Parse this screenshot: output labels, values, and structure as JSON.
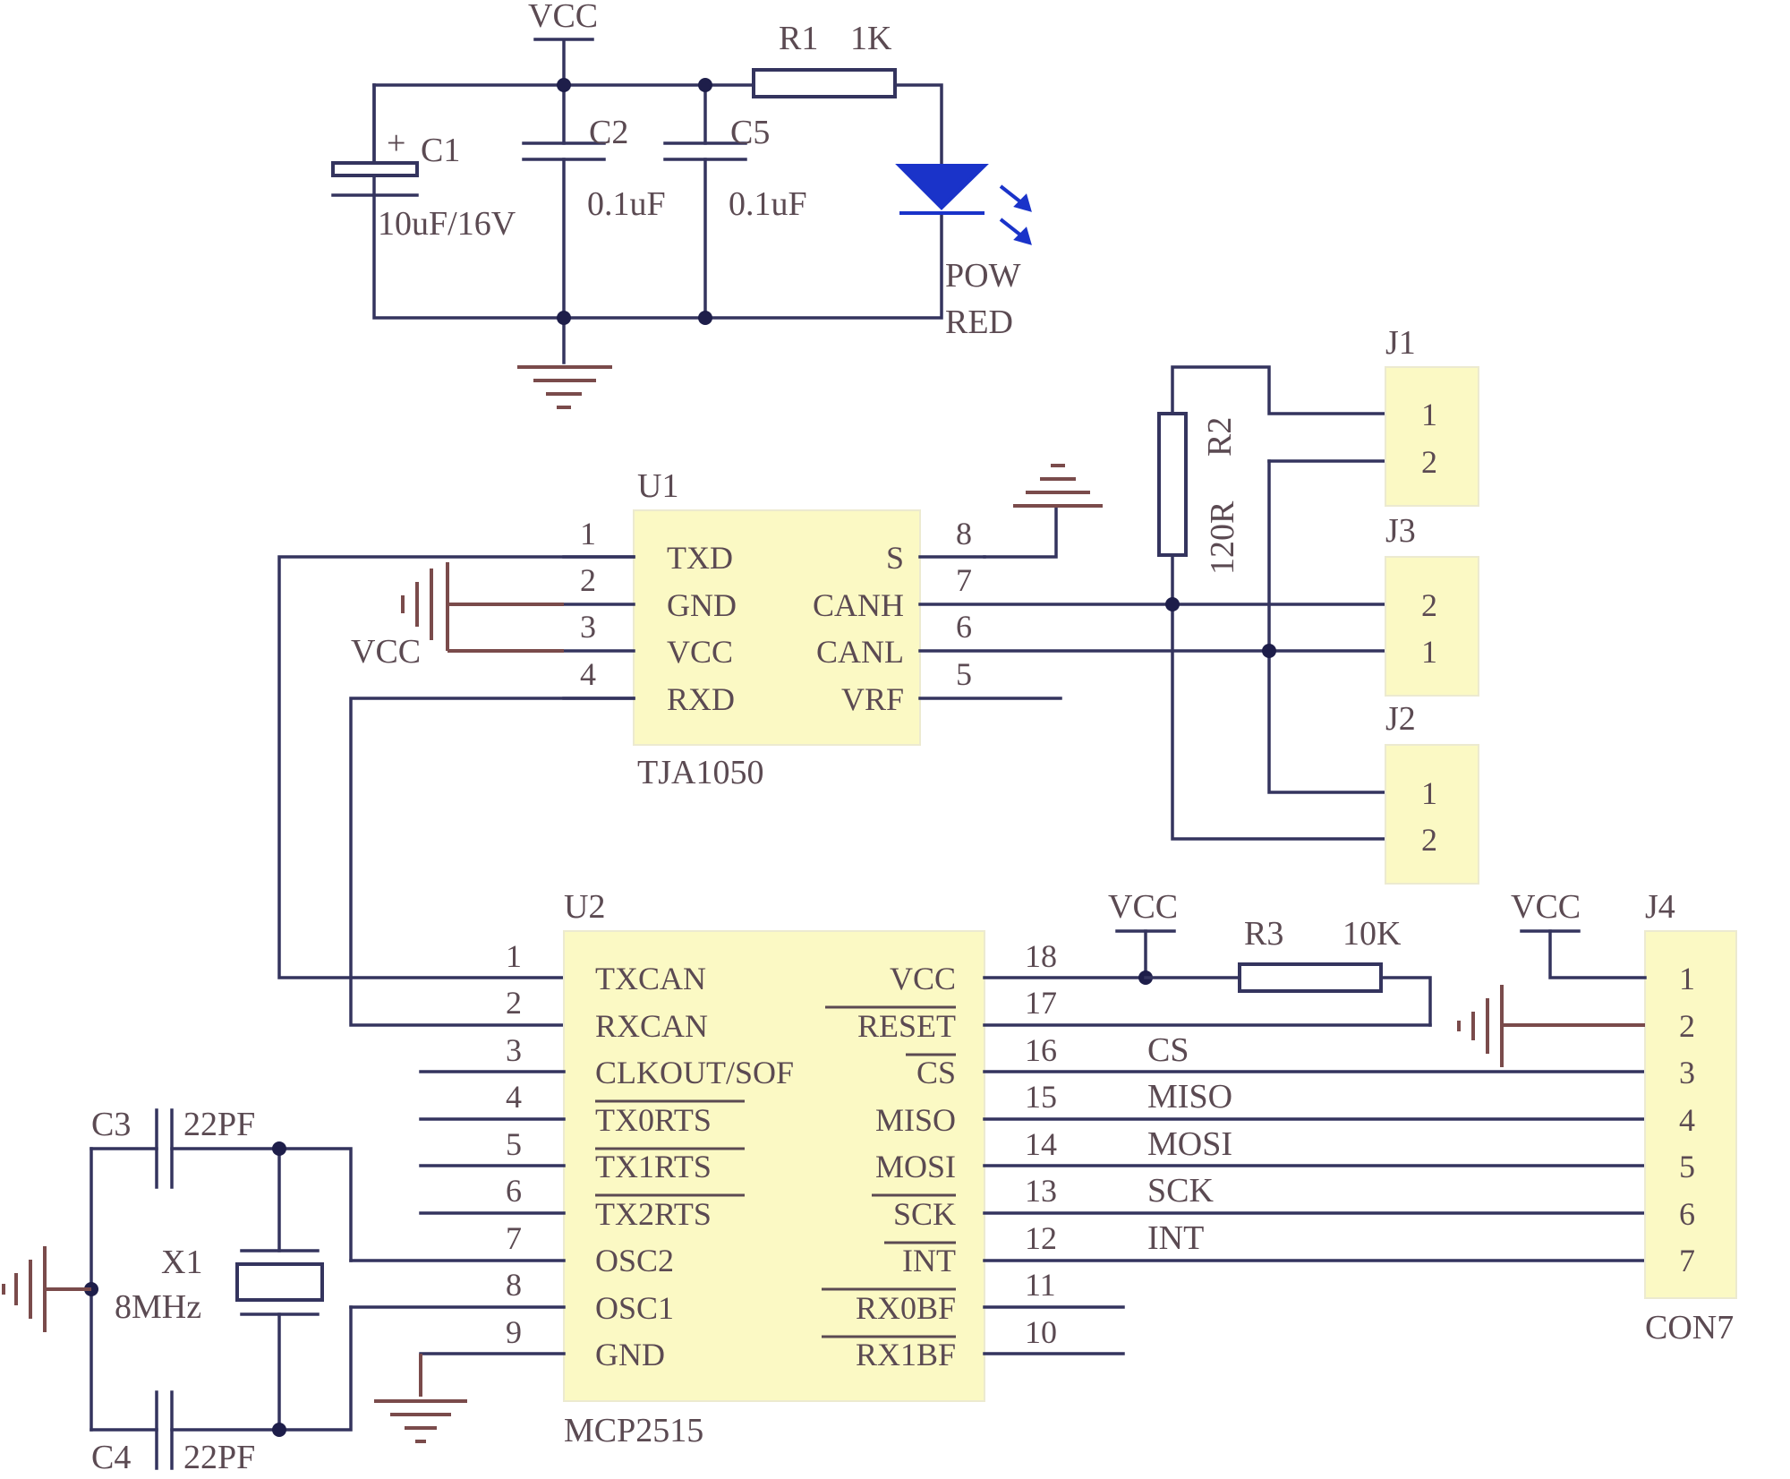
{
  "power_section": {
    "vcc_label": "VCC",
    "c1": {
      "name": "C1",
      "value": "10uF/16V",
      "polarity": "+"
    },
    "c2": {
      "name": "C2",
      "value": "0.1uF"
    },
    "c5": {
      "name": "C5",
      "value": "0.1uF"
    },
    "r1": {
      "name": "R1",
      "value": "1K"
    },
    "led": {
      "line1": "POW",
      "line2": "RED",
      "color": "#1a33c9"
    }
  },
  "u1": {
    "ref": "U1",
    "part": "TJA1050",
    "left_pins": [
      {
        "num": "1",
        "name": "TXD"
      },
      {
        "num": "2",
        "name": "GND"
      },
      {
        "num": "3",
        "name": "VCC"
      },
      {
        "num": "4",
        "name": "RXD"
      }
    ],
    "right_pins": [
      {
        "num": "8",
        "name": "S"
      },
      {
        "num": "7",
        "name": "CANH"
      },
      {
        "num": "6",
        "name": "CANL"
      },
      {
        "num": "5",
        "name": "VRF"
      }
    ],
    "vcc_label": "VCC"
  },
  "r2": {
    "name": "R2",
    "value": "120R"
  },
  "j1": {
    "name": "J1",
    "pins": [
      "1",
      "2"
    ]
  },
  "j3": {
    "name": "J3",
    "pins": [
      "2",
      "1"
    ]
  },
  "j2": {
    "name": "J2",
    "pins": [
      "1",
      "2"
    ]
  },
  "u2": {
    "ref": "U2",
    "part": "MCP2515",
    "left_pins": [
      {
        "num": "1",
        "name": "TXCAN"
      },
      {
        "num": "2",
        "name": "RXCAN"
      },
      {
        "num": "3",
        "name": "CLKOUT/SOF"
      },
      {
        "num": "4",
        "name": "TX0RTS"
      },
      {
        "num": "5",
        "name": "TX1RTS"
      },
      {
        "num": "6",
        "name": "TX2RTS"
      },
      {
        "num": "7",
        "name": "OSC2"
      },
      {
        "num": "8",
        "name": "OSC1"
      },
      {
        "num": "9",
        "name": "GND"
      }
    ],
    "right_pins": [
      {
        "num": "18",
        "name": "VCC"
      },
      {
        "num": "17",
        "name": "RESET"
      },
      {
        "num": "16",
        "name": "CS"
      },
      {
        "num": "15",
        "name": "MISO"
      },
      {
        "num": "14",
        "name": "MOSI"
      },
      {
        "num": "13",
        "name": "SCK"
      },
      {
        "num": "12",
        "name": "INT"
      },
      {
        "num": "11",
        "name": "RX0BF"
      },
      {
        "num": "10",
        "name": "RX1BF"
      }
    ],
    "vcc_label": "VCC"
  },
  "r3": {
    "name": "R3",
    "value": "10K"
  },
  "nets": [
    "CS",
    "MISO",
    "MOSI",
    "SCK",
    "INT"
  ],
  "j4": {
    "name": "J4",
    "part": "CON7",
    "pins": [
      "1",
      "2",
      "3",
      "4",
      "5",
      "6",
      "7"
    ],
    "vcc_label": "VCC"
  },
  "crystal": {
    "x1": {
      "name": "X1",
      "value": "8MHz"
    },
    "c3": {
      "name": "C3",
      "value": "22PF"
    },
    "c4": {
      "name": "C4",
      "value": "22PF"
    }
  }
}
